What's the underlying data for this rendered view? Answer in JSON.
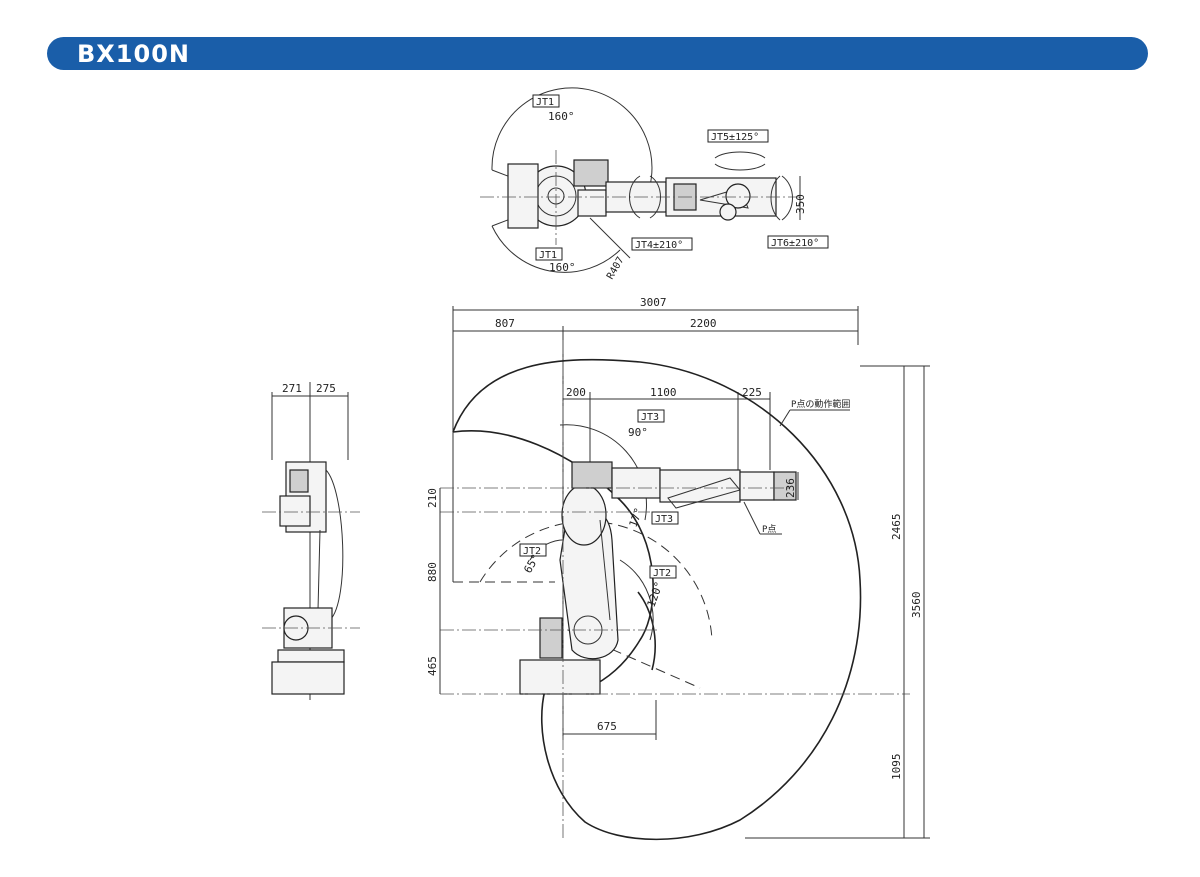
{
  "header": {
    "title": "BX100N"
  },
  "top_view": {
    "jt1_top_label": "JT1",
    "jt1_top_angle": "160°",
    "jt1_bottom_label": "JT1",
    "jt1_bottom_angle": "160°",
    "jt5_label": "JT5±125°",
    "jt4_label": "JT4±210°",
    "jt6_label": "JT6±210°",
    "radius_label": "R407",
    "width_350": "350"
  },
  "side_view": {
    "dim_271": "271",
    "dim_275": "275",
    "dim_3007": "3007",
    "dim_807": "807",
    "dim_2200": "2200",
    "dim_200": "200",
    "dim_1100": "1100",
    "dim_225": "225",
    "dim_236": "236",
    "dim_210": "210",
    "dim_880": "880",
    "dim_465": "465",
    "dim_675": "675",
    "dim_2465": "2465",
    "dim_3560": "3560",
    "dim_1095": "1095",
    "jt3_upper_label": "JT3",
    "jt3_upper_angle": "90°",
    "jt3_lower_label": "JT3",
    "jt3_lower_angle": "17°",
    "jt2_left_label": "JT2",
    "jt2_left_angle": "65°",
    "jt2_right_label": "JT2",
    "jt2_right_angle": "120°",
    "p_point_range": "P点の動作範囲",
    "p_point": "P点"
  }
}
